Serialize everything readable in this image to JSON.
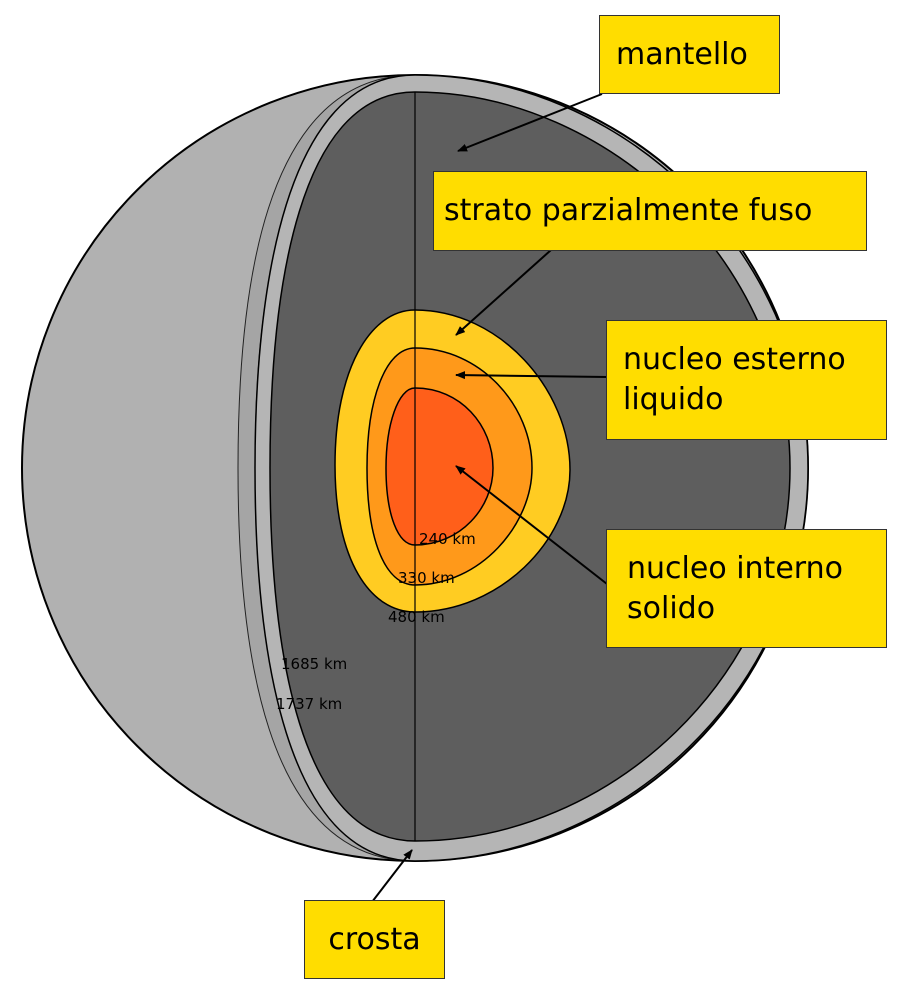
{
  "labels": {
    "mantle": "mantello",
    "partial_melt": "strato parzialmente fuso",
    "outer_core_line1": "nucleo esterno",
    "outer_core_line2": "liquido",
    "inner_core_line1": "nucleo interno",
    "inner_core_line2": "solido",
    "crust": "crosta"
  },
  "radii": {
    "inner_core": "240 km",
    "outer_core": "330 km",
    "partial_melt": "480 km",
    "mantle": "1685 km",
    "surface": "1737 km"
  },
  "colors": {
    "background": "#ffffff",
    "sphere_shell": "#b1b1b1",
    "sphere_side": "#a9a9a9",
    "crust_cut": "#b5b5b5",
    "mantle": "#5e5e5e",
    "partial_melt": "#ffcc22",
    "outer_core": "#ff991a",
    "inner_core": "#ff5f1a",
    "label_box": "#ffdd00"
  }
}
